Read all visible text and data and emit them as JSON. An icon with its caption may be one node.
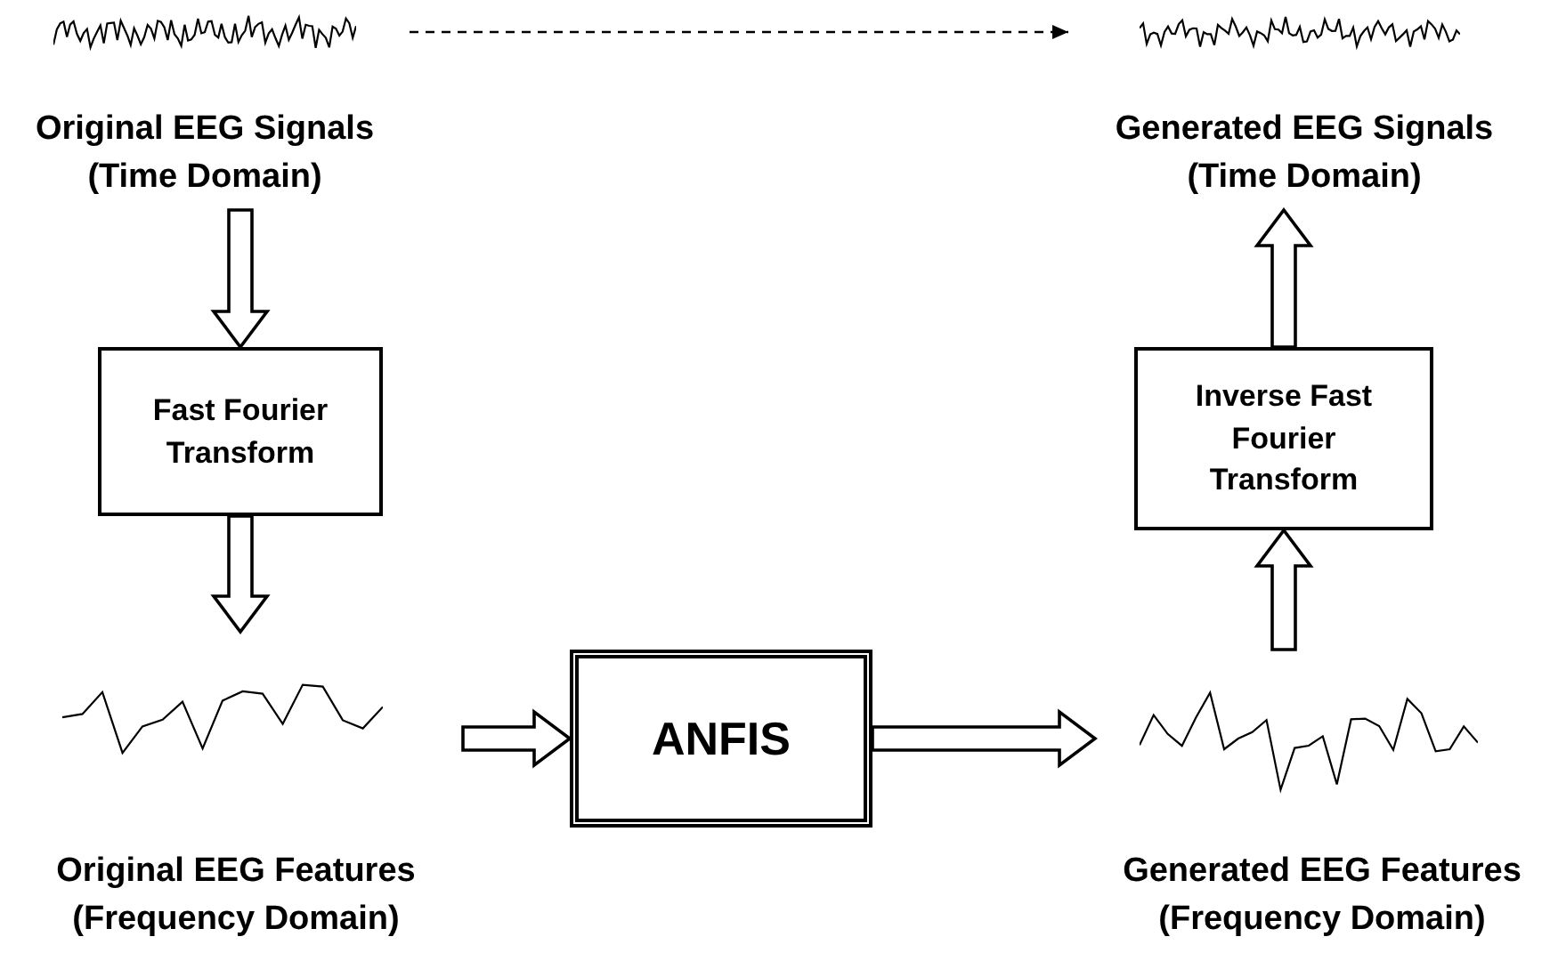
{
  "diagram": {
    "nodes": [
      {
        "text": [
          "Original EEG Signals (Time Domain)"
        ]
      },
      {
        "text": [
          "Fast Fourier Transform"
        ]
      },
      {
        "text": [
          "Original EEG Features (Frequency Domain)"
        ]
      },
      {
        "text": [
          "ANFIS"
        ]
      },
      {
        "text": [
          "Generated EEG Features (Frequency Domain)"
        ]
      },
      {
        "text": [
          "Inverse Fast Fourier Transform"
        ]
      },
      {
        "text": [
          "Generated EEG Signals (Time Domain)"
        ]
      }
    ],
    "edges": [
      {
        "from": 0,
        "to": 1,
        "arrow": "to"
      },
      {
        "from": 1,
        "to": 2,
        "arrow": "to"
      },
      {
        "from": 2,
        "to": 3,
        "arrow": "to"
      },
      {
        "from": 3,
        "to": 4,
        "arrow": "to"
      },
      {
        "from": 4,
        "to": 5,
        "arrow": "to"
      },
      {
        "from": 5,
        "to": 6,
        "arrow": "to"
      },
      {
        "from": 0,
        "to": 6,
        "arrow": "to",
        "style": "dashed"
      }
    ]
  }
}
